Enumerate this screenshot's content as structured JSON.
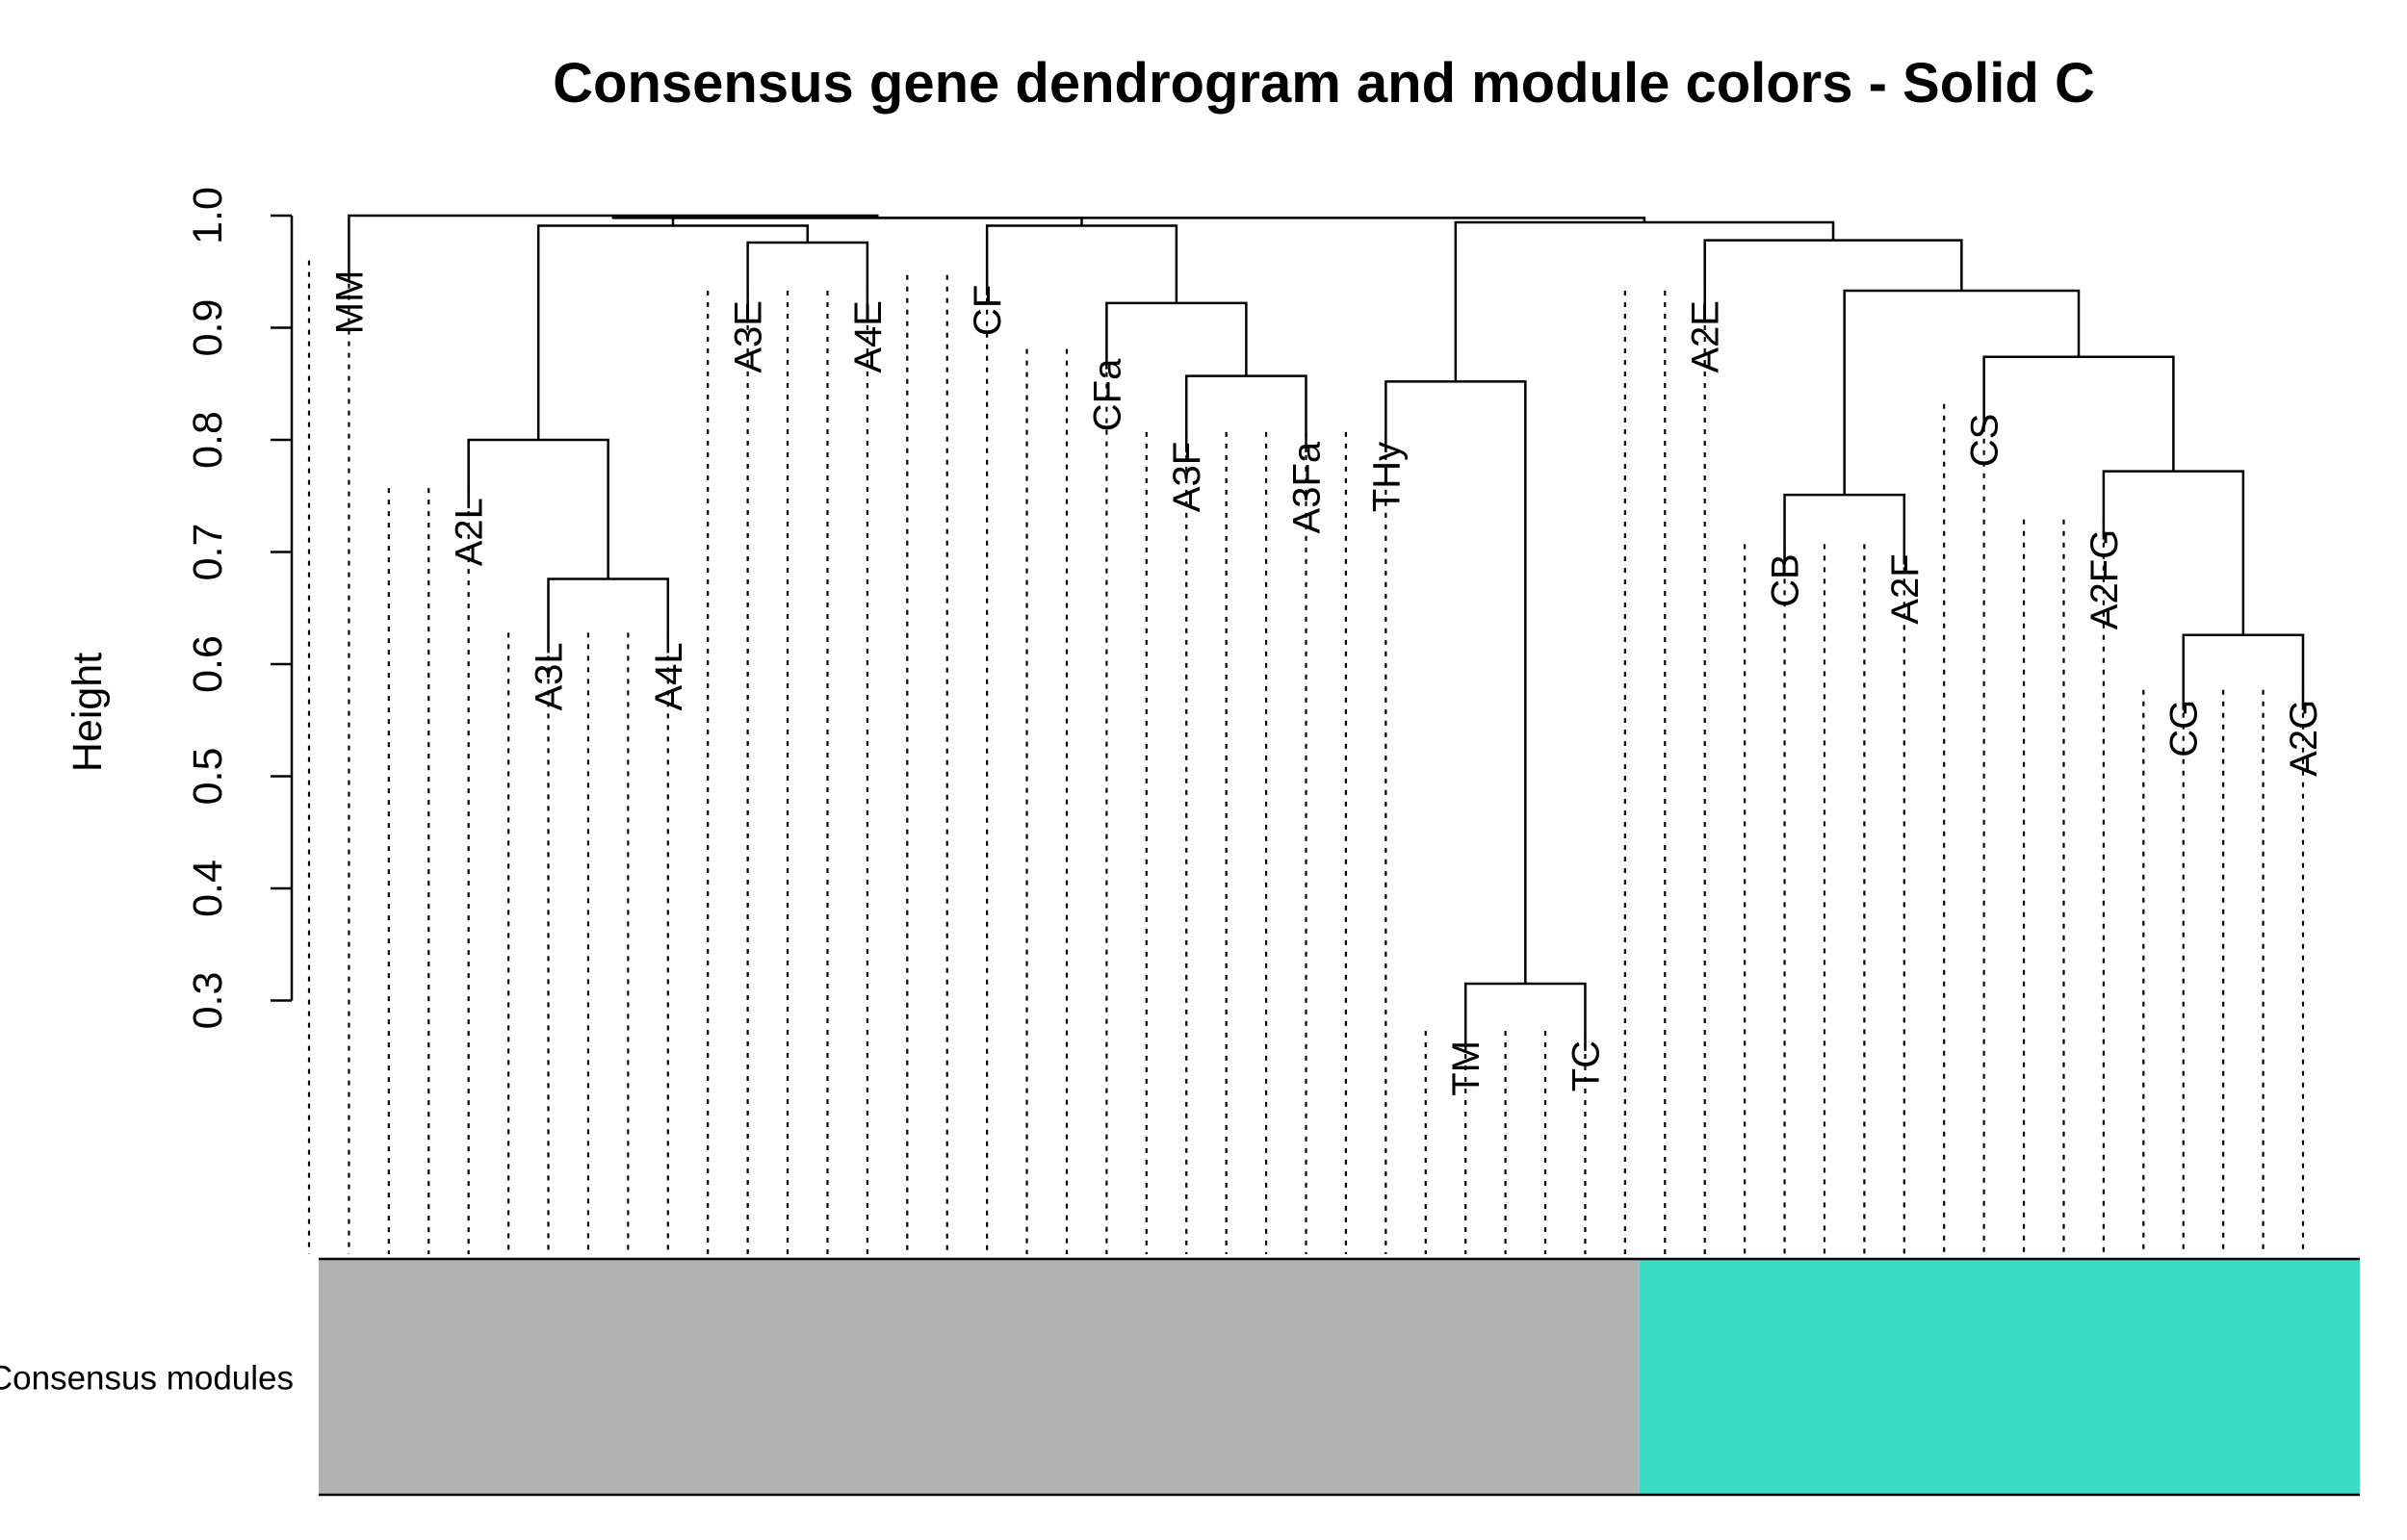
{
  "chart_data": {
    "type": "dendrogram",
    "title": "Consensus gene dendrogram and module colors - Solid C",
    "ylabel": "Height",
    "ylim": [
      0.2,
      1.0
    ],
    "yticks": [
      "0.3",
      "0.4",
      "0.5",
      "0.6",
      "0.7",
      "0.8",
      "0.9",
      "1.0"
    ],
    "leaves": [
      {
        "label": "",
        "height": 0.96
      },
      {
        "label": "MM",
        "height": 0.96
      },
      {
        "label": "",
        "height": 0.757
      },
      {
        "label": "",
        "height": 0.757
      },
      {
        "label": "A2L",
        "height": 0.757
      },
      {
        "label": "",
        "height": 0.628
      },
      {
        "label": "A3L",
        "height": 0.628
      },
      {
        "label": "",
        "height": 0.628
      },
      {
        "label": "",
        "height": 0.628
      },
      {
        "label": "A4L",
        "height": 0.628
      },
      {
        "label": "",
        "height": 0.933
      },
      {
        "label": "A3E",
        "height": 0.933
      },
      {
        "label": "",
        "height": 0.933
      },
      {
        "label": "",
        "height": 0.933
      },
      {
        "label": "A4E",
        "height": 0.933
      },
      {
        "label": "",
        "height": 0.947
      },
      {
        "label": "",
        "height": 0.947
      },
      {
        "label": "CF",
        "height": 0.947
      },
      {
        "label": "",
        "height": 0.881
      },
      {
        "label": "",
        "height": 0.881
      },
      {
        "label": "CFa",
        "height": 0.881
      },
      {
        "label": "",
        "height": 0.807
      },
      {
        "label": "A3F",
        "height": 0.807
      },
      {
        "label": "",
        "height": 0.807
      },
      {
        "label": "",
        "height": 0.807
      },
      {
        "label": "A3Fa",
        "height": 0.807
      },
      {
        "label": "",
        "height": 0.807
      },
      {
        "label": "THy",
        "height": 0.807
      },
      {
        "label": "",
        "height": 0.273
      },
      {
        "label": "TM",
        "height": 0.273
      },
      {
        "label": "",
        "height": 0.273
      },
      {
        "label": "",
        "height": 0.273
      },
      {
        "label": "TC",
        "height": 0.273
      },
      {
        "label": "",
        "height": 0.933
      },
      {
        "label": "",
        "height": 0.933
      },
      {
        "label": "A2E",
        "height": 0.933
      },
      {
        "label": "",
        "height": 0.707
      },
      {
        "label": "CB",
        "height": 0.707
      },
      {
        "label": "",
        "height": 0.707
      },
      {
        "label": "",
        "height": 0.707
      },
      {
        "label": "A2F",
        "height": 0.707
      },
      {
        "label": "",
        "height": 0.832
      },
      {
        "label": "CS",
        "height": 0.832
      },
      {
        "label": "",
        "height": 0.729
      },
      {
        "label": "",
        "height": 0.729
      },
      {
        "label": "A2FG",
        "height": 0.729
      },
      {
        "label": "",
        "height": 0.577
      },
      {
        "label": "CG",
        "height": 0.577
      },
      {
        "label": "",
        "height": 0.577
      },
      {
        "label": "",
        "height": 0.577
      },
      {
        "label": "A2G",
        "height": 0.577
      }
    ],
    "merges": [
      {
        "left": 6,
        "right": 9,
        "height": 0.676
      },
      {
        "left": 4,
        "right": 7.5,
        "height": 0.8
      },
      {
        "left": 11,
        "right": 14,
        "height": 0.976
      },
      {
        "left": 22,
        "right": 25,
        "height": 0.857
      },
      {
        "left": 20,
        "right": 23.5,
        "height": 0.922
      },
      {
        "left": 17,
        "right": 21.75,
        "height": 0.991
      },
      {
        "left": 5.75,
        "right": 12.5,
        "height": 0.991
      },
      {
        "left": 9.125,
        "right": 19.375,
        "height": 0.998
      },
      {
        "left": 1,
        "right": 14.25,
        "height": 1.0
      },
      {
        "left": 29,
        "right": 32,
        "height": 0.315
      },
      {
        "left": 27,
        "right": 30.5,
        "height": 0.852
      },
      {
        "left": 37,
        "right": 40,
        "height": 0.751
      },
      {
        "left": 47,
        "right": 50,
        "height": 0.626
      },
      {
        "left": 45,
        "right": 48.5,
        "height": 0.772
      },
      {
        "left": 42,
        "right": 46.75,
        "height": 0.874
      },
      {
        "left": 38.5,
        "right": 44.375,
        "height": 0.933
      },
      {
        "left": 35,
        "right": 41.4375,
        "height": 0.978
      },
      {
        "left": 28.75,
        "right": 38.21875,
        "height": 0.994
      },
      {
        "left": 7.625,
        "right": 33.484375,
        "height": 0.998
      }
    ],
    "color_rows": [
      {
        "label": "Consensus modules",
        "segments": [
          {
            "from": 0,
            "to": 32,
            "color": "#B2B2B2"
          },
          {
            "from": 33,
            "to": 50,
            "color": "#3BDBC5"
          }
        ]
      }
    ]
  }
}
